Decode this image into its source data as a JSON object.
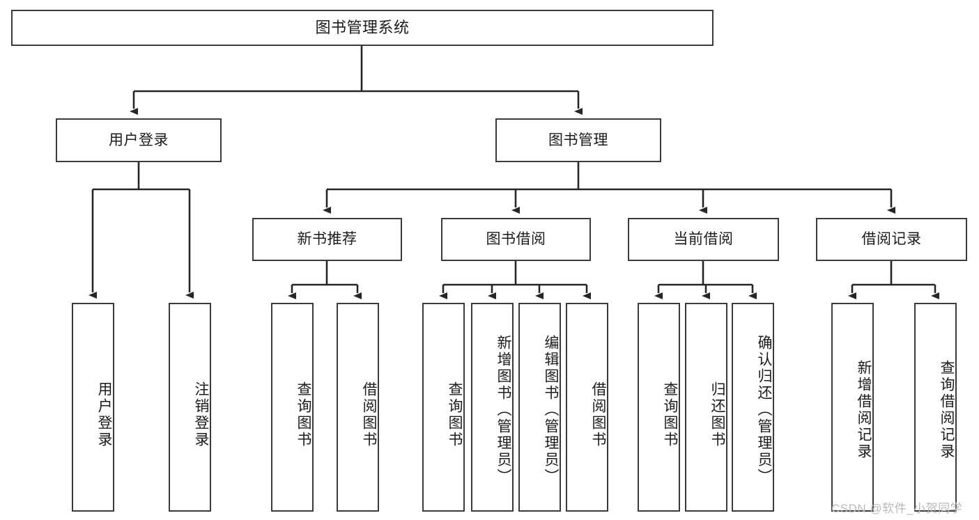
{
  "diagram": {
    "type": "hierarchy-tree",
    "title": "图书管理系统",
    "watermark": "CSDN @软件_小贺同学",
    "colors": {
      "node_border": "#3a3a3a",
      "node_fill": "#ffffff",
      "edge": "#262626",
      "text": "#1b1b1b",
      "watermark": "#b9b9b9",
      "background": "#ffffff"
    },
    "nodes": {
      "root": {
        "label": "图书管理系统",
        "level": 0
      },
      "level1": [
        {
          "id": "user-login",
          "label": "用户登录"
        },
        {
          "id": "book-management",
          "label": "图书管理"
        }
      ],
      "level2": [
        {
          "id": "new-book-recommend",
          "label": "新书推荐",
          "parent": "book-management"
        },
        {
          "id": "book-borrow",
          "label": "图书借阅",
          "parent": "book-management"
        },
        {
          "id": "current-borrow",
          "label": "当前借阅",
          "parent": "book-management"
        },
        {
          "id": "borrow-record",
          "label": "借阅记录",
          "parent": "book-management"
        }
      ],
      "leaves": [
        {
          "id": "leaf-user-login",
          "label": "用户登录",
          "parent": "user-login"
        },
        {
          "id": "leaf-logout",
          "label": "注销登录",
          "parent": "user-login"
        },
        {
          "id": "leaf-query-book-1",
          "label": "查询图书",
          "parent": "new-book-recommend"
        },
        {
          "id": "leaf-borrow-book-1",
          "label": "借阅图书",
          "parent": "new-book-recommend"
        },
        {
          "id": "leaf-query-book-2",
          "label": "查询图书",
          "parent": "book-borrow"
        },
        {
          "id": "leaf-add-book",
          "label": "新增图书（管理员）",
          "parent": "book-borrow"
        },
        {
          "id": "leaf-edit-book",
          "label": "编辑图书（管理员）",
          "parent": "book-borrow"
        },
        {
          "id": "leaf-borrow-book-2",
          "label": "借阅图书",
          "parent": "book-borrow"
        },
        {
          "id": "leaf-query-book-3",
          "label": "查询图书",
          "parent": "current-borrow"
        },
        {
          "id": "leaf-return-book",
          "label": "归还图书",
          "parent": "current-borrow"
        },
        {
          "id": "leaf-confirm-return",
          "label": "确认归还（管理员）",
          "parent": "current-borrow"
        },
        {
          "id": "leaf-add-record",
          "label": "新增借阅记录",
          "parent": "borrow-record"
        },
        {
          "id": "leaf-query-record",
          "label": "查询借阅记录",
          "parent": "borrow-record"
        }
      ]
    }
  }
}
